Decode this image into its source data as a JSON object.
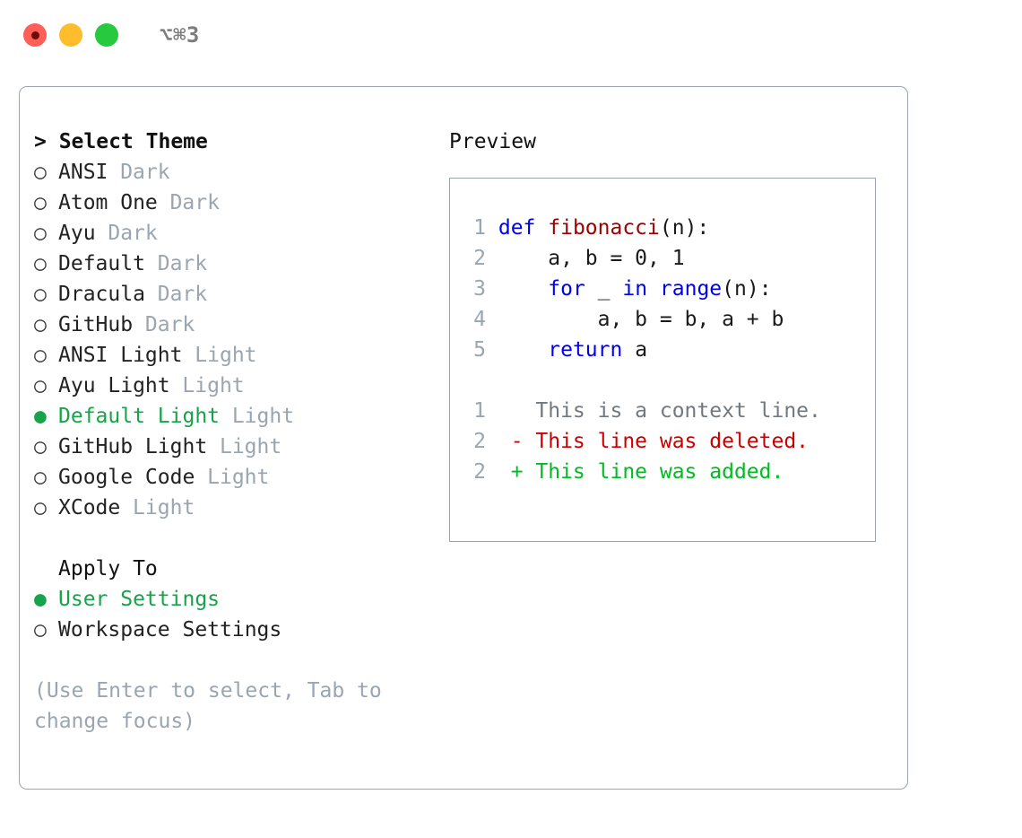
{
  "titlebar": {
    "shortcut": "⌥⌘3",
    "buttons": [
      {
        "name": "close",
        "color": "#ff5f56"
      },
      {
        "name": "minimize",
        "color": "#ffbd2e"
      },
      {
        "name": "maximize",
        "color": "#27c93f"
      }
    ]
  },
  "colors": {
    "accent_selected": "#16a34a",
    "muted": "#9aa5b1",
    "text": "#1a1a1a",
    "keyword": "#0000ee",
    "function": "#990000",
    "diff_deleted": "#cc0000",
    "diff_added": "#00bb22",
    "border": "#9aa5b1"
  },
  "theme_panel": {
    "header": "> Select Theme",
    "markers": {
      "selected": "●",
      "unselected": "○"
    },
    "items": [
      {
        "label": "ANSI",
        "category": "Dark",
        "selected": false
      },
      {
        "label": "Atom One",
        "category": "Dark",
        "selected": false
      },
      {
        "label": "Ayu",
        "category": "Dark",
        "selected": false
      },
      {
        "label": "Default",
        "category": "Dark",
        "selected": false
      },
      {
        "label": "Dracula",
        "category": "Dark",
        "selected": false
      },
      {
        "label": "GitHub",
        "category": "Dark",
        "selected": false
      },
      {
        "label": "ANSI Light",
        "category": "Light",
        "selected": false
      },
      {
        "label": "Ayu Light",
        "category": "Light",
        "selected": false
      },
      {
        "label": "Default Light",
        "category": "Light",
        "selected": true
      },
      {
        "label": "GitHub Light",
        "category": "Light",
        "selected": false
      },
      {
        "label": "Google Code",
        "category": "Light",
        "selected": false
      },
      {
        "label": "XCode",
        "category": "Light",
        "selected": false
      }
    ]
  },
  "apply_to": {
    "header": "Apply To",
    "options": [
      {
        "label": "User Settings",
        "selected": true
      },
      {
        "label": "Workspace Settings",
        "selected": false
      }
    ]
  },
  "hint": "(Use Enter to select, Tab to change focus)",
  "preview": {
    "header": "Preview",
    "code_lines": [
      {
        "num": "1",
        "tokens": [
          {
            "t": "def ",
            "k": "kw"
          },
          {
            "t": "fibonacci",
            "k": "fn"
          },
          {
            "t": "(n):",
            "k": "plain"
          }
        ]
      },
      {
        "num": "2",
        "tokens": [
          {
            "t": "    a, b = 0, 1",
            "k": "plain"
          }
        ]
      },
      {
        "num": "3",
        "tokens": [
          {
            "t": "    ",
            "k": "plain"
          },
          {
            "t": "for",
            "k": "kw"
          },
          {
            "t": " _ ",
            "k": "plain"
          },
          {
            "t": "in",
            "k": "kw"
          },
          {
            "t": " ",
            "k": "plain"
          },
          {
            "t": "range",
            "k": "kw"
          },
          {
            "t": "(n):",
            "k": "plain"
          }
        ]
      },
      {
        "num": "4",
        "tokens": [
          {
            "t": "        a, b = b, a + b",
            "k": "plain"
          }
        ]
      },
      {
        "num": "5",
        "tokens": [
          {
            "t": "    ",
            "k": "plain"
          },
          {
            "t": "return",
            "k": "kw"
          },
          {
            "t": " a",
            "k": "plain"
          }
        ]
      }
    ],
    "diff_lines": [
      {
        "num": "1",
        "sign": " ",
        "text": "This is a context line.",
        "kind": "ctx"
      },
      {
        "num": "2",
        "sign": "-",
        "text": "This line was deleted.",
        "kind": "del"
      },
      {
        "num": "2",
        "sign": "+",
        "text": "This line was added.",
        "kind": "add"
      }
    ]
  }
}
